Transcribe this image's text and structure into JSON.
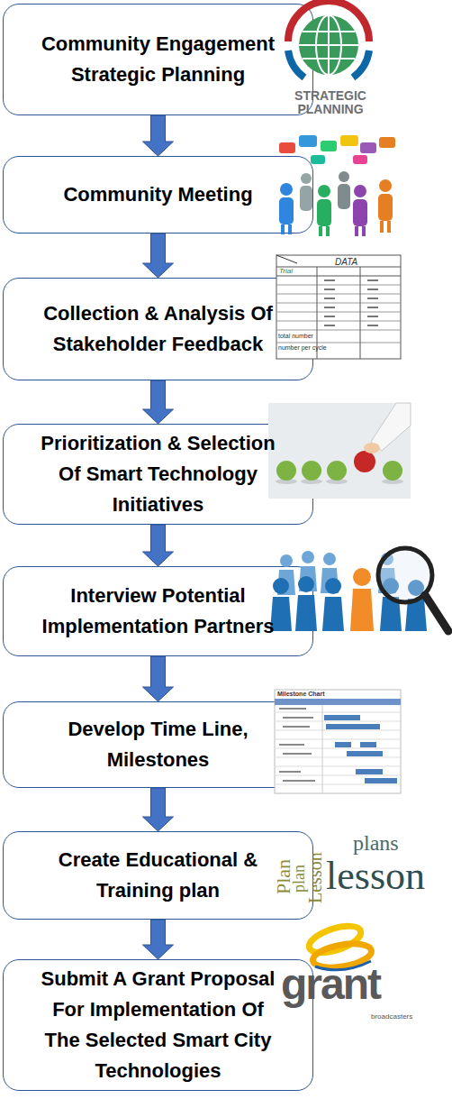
{
  "diagram": {
    "nodes": [
      {
        "text": [
          "Community Engagement Strategic Planning"
        ]
      },
      {
        "text": [
          "Community Meeting"
        ]
      },
      {
        "text": [
          "Collection & Analysis Of Stakeholder Feedback"
        ]
      },
      {
        "text": [
          "Prioritization & Selection Of Smart Technology Initiatives"
        ]
      },
      {
        "text": [
          "Interview Potential Implementation Partners"
        ]
      },
      {
        "text": [
          "Develop Time Line, Milestones"
        ]
      },
      {
        "text": [
          "Create Educational & Training plan"
        ]
      },
      {
        "text": [
          "Submit A Grant Proposal For Implementation Of The Selected Smart City Technologies"
        ]
      }
    ],
    "edges": [
      {
        "from": 0,
        "to": 1,
        "arrow": "to"
      },
      {
        "from": 1,
        "to": 2,
        "arrow": "to"
      },
      {
        "from": 2,
        "to": 3,
        "arrow": "to"
      },
      {
        "from": 3,
        "to": 4,
        "arrow": "to"
      },
      {
        "from": 4,
        "to": 5,
        "arrow": "to"
      },
      {
        "from": 5,
        "to": 6,
        "arrow": "to"
      },
      {
        "from": 6,
        "to": 7,
        "arrow": "to"
      }
    ],
    "labels": [
      "STRATEGIC PLANNING",
      "DATA",
      "Trial",
      "total number",
      "number per cycle",
      "Milestone Chart",
      "Plan",
      "plan",
      "Lesson",
      "plans",
      "lesson",
      "grant",
      "broadcasters"
    ]
  }
}
